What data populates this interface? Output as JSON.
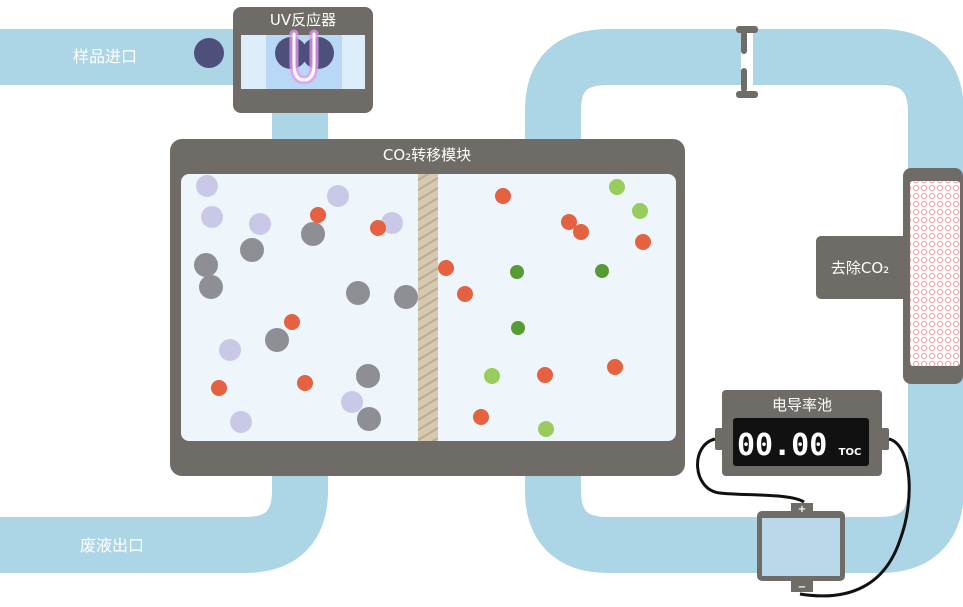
{
  "labels": {
    "sample_inlet": "样品进口",
    "waste_outlet": "废液出口",
    "uv_reactor": "UV反应器",
    "transfer_module": "CO₂转移模块",
    "co2_removal": "去除CO₂",
    "conductivity_cell": "电导率池",
    "display_value": "00.00",
    "display_unit": "TOC",
    "plus_sign": "+",
    "minus_sign": "−"
  },
  "colors": {
    "pipe": "#acd5e6",
    "module_body": "#6f6c68",
    "chamber": "#eef6fb",
    "membrane": "#d6c9b0",
    "lavender_particle": "#c9c8e6",
    "gray_particle": "#8e8e95",
    "red_particle": "#e5613f",
    "light_green_particle": "#98cc5d",
    "dark_green_particle": "#579b33",
    "inlet_particle": "#4f4f7c",
    "uv_glow": "#e79af0",
    "display_bg": "#111111"
  }
}
